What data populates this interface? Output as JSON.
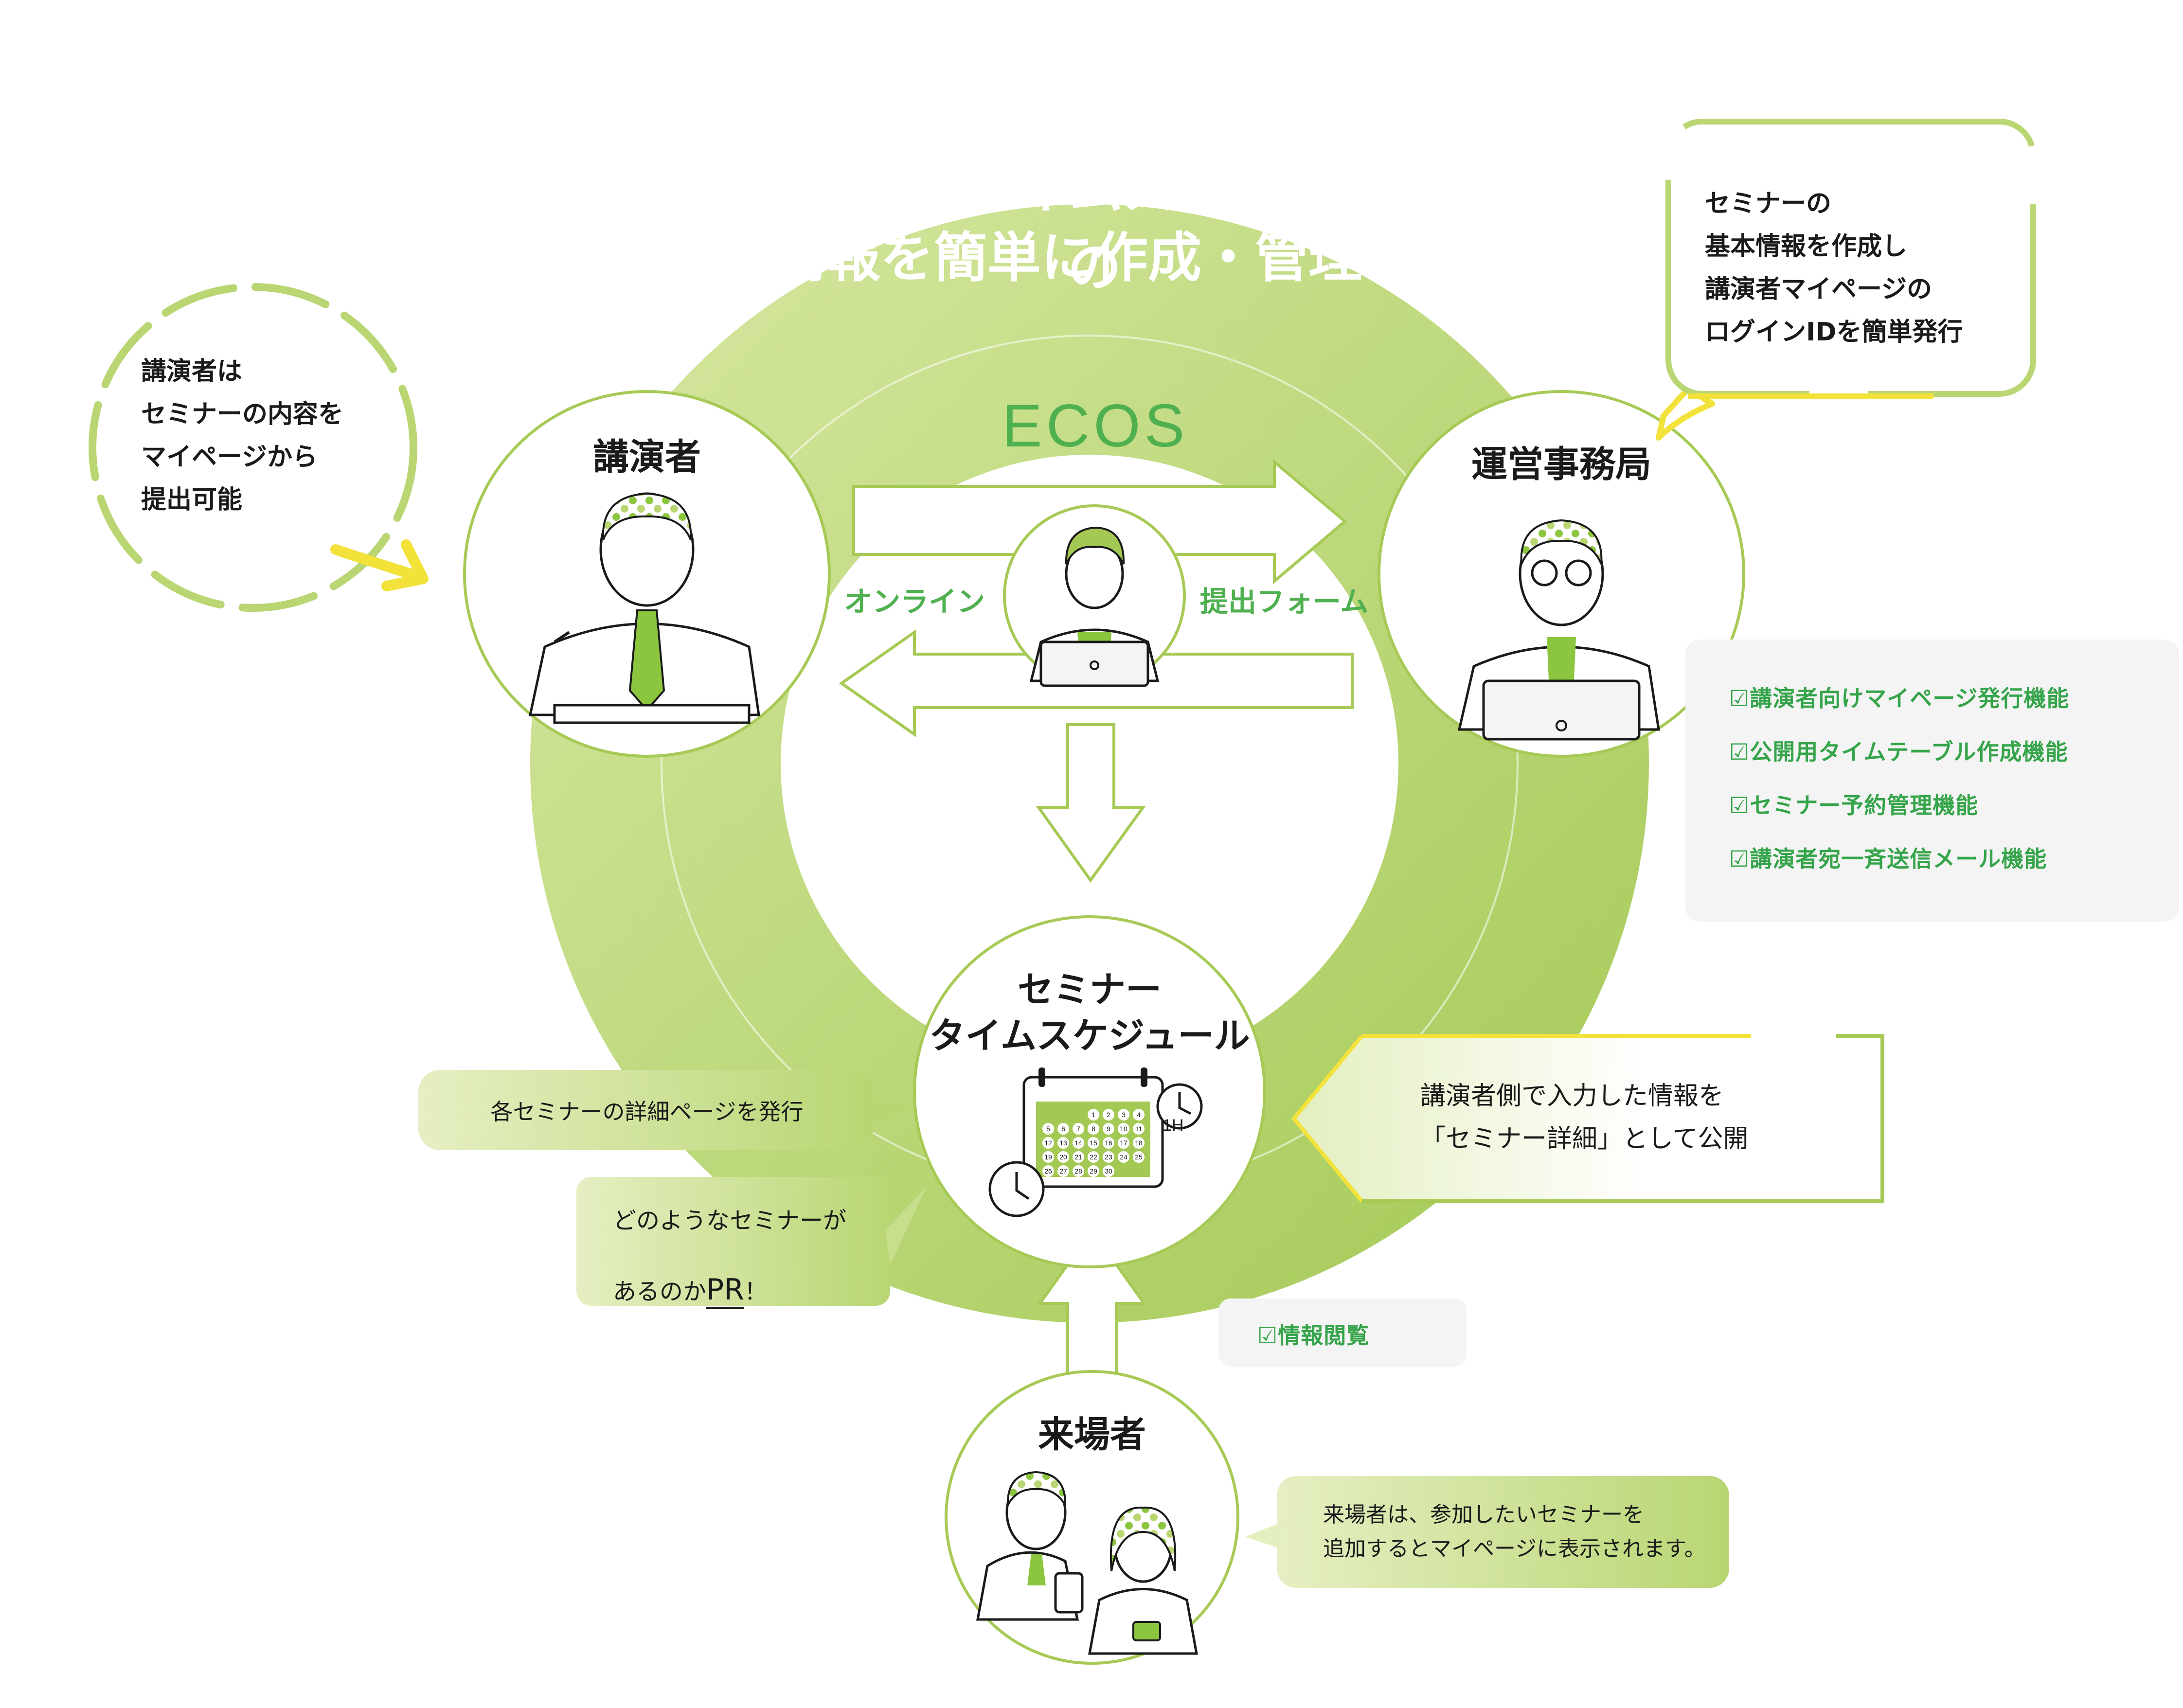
{
  "headline": {
    "line1": "セミナータイムスケジュールの",
    "line2": "情報を簡単に作成・管理！"
  },
  "logo": {
    "text": "ECOS"
  },
  "center_labels": {
    "online": "オンライン",
    "form": "提出フォーム"
  },
  "nodes": {
    "speaker": "講演者",
    "office": "運営事務局",
    "schedule_line1": "セミナー",
    "schedule_line2": "タイムスケジュール",
    "visitor": "来場者"
  },
  "notes": {
    "speaker_note": "講演者は\nセミナーの内容を\nマイページから\n提出可能",
    "office_note": "セミナーの\n基本情報を作成し\n講演者マイページの\nログインIDを簡単発行",
    "detail_page": "各セミナーの詳細ページを発行",
    "pr_line1": "どのようなセミナーが",
    "pr_line2_a": "あるのか",
    "pr_line2_b": "PR",
    "pr_line2_c": "！",
    "publish": "講演者側で入力した情報を\n「セミナー詳細」として公開",
    "visitor_note": "来場者は、参加したいセミナーを\n追加するとマイページに表示されます。"
  },
  "features": [
    "☑講演者向けマイページ発行機能",
    "☑公開用タイムテーブル作成機能",
    "☑セミナー予約管理機能",
    "☑講演者宛一斉送信メール機能"
  ],
  "visitor_feature": "☑情報閲覧",
  "calendar": {
    "days": [
      "1",
      "2",
      "3",
      "4",
      "5",
      "6",
      "7",
      "8",
      "9",
      "10",
      "11",
      "12",
      "13",
      "14",
      "15",
      "16",
      "17",
      "18",
      "19",
      "20",
      "21",
      "22",
      "23",
      "24",
      "25",
      "26",
      "27",
      "28",
      "29",
      "30"
    ],
    "clock_label": "1H"
  },
  "colors": {
    "ring_light": "#d3e39a",
    "ring_dark": "#a9cc5c",
    "accent_green": "#8cc63f",
    "text_green": "#35a44a",
    "yellow": "#f3e23a",
    "gray_box": "#f3f4f3"
  }
}
